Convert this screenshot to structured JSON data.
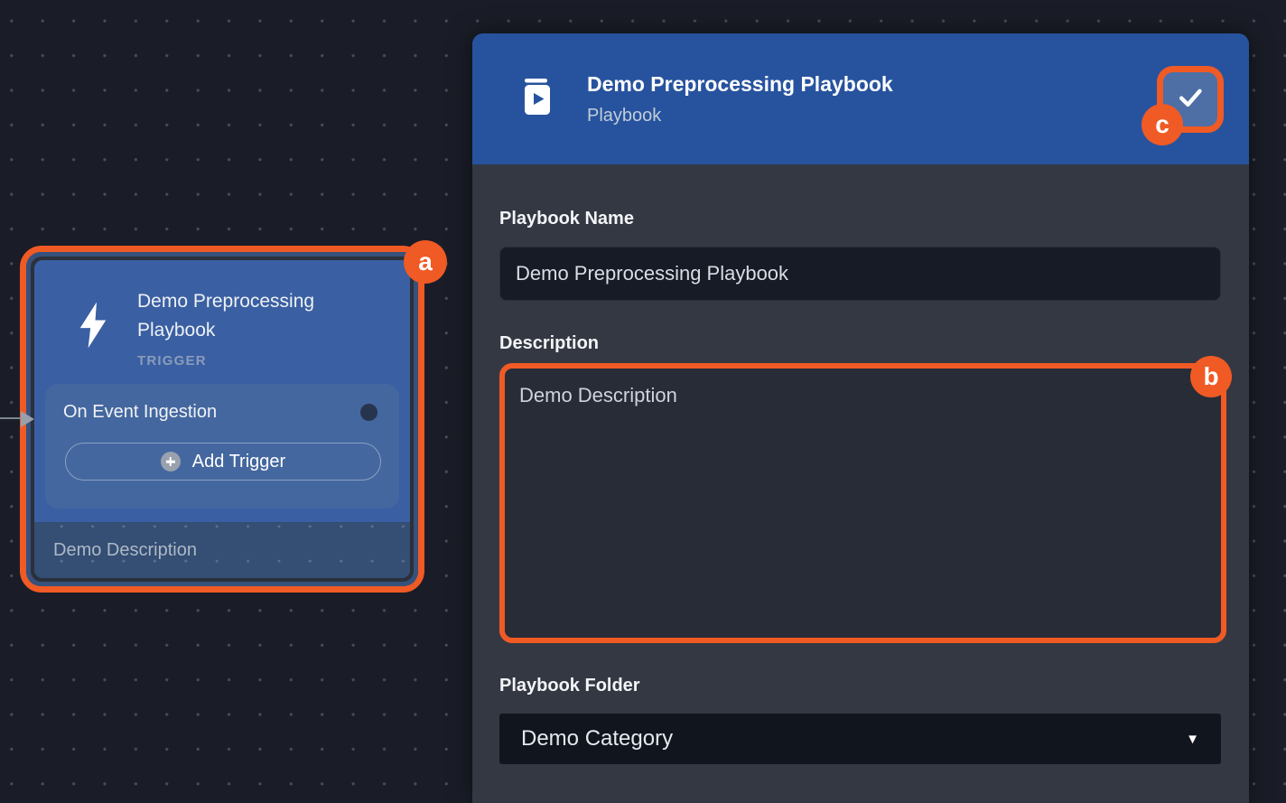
{
  "colors": {
    "accent_orange": "#f05a24",
    "panel_header_blue": "#27539e",
    "node_blue": "#3a5fa2",
    "canvas_background": "#1a1d27",
    "panel_background": "#343843"
  },
  "canvas": {
    "node": {
      "annotation_badge": "a",
      "title": "Demo Preprocessing Playbook",
      "type_label": "TRIGGER",
      "trigger_row_label": "On Event Ingestion",
      "add_trigger_label": "Add Trigger",
      "description": "Demo Description"
    }
  },
  "panel": {
    "header": {
      "title": "Demo Preprocessing Playbook",
      "subtitle": "Playbook",
      "confirm_badge": "c"
    },
    "name_field": {
      "label": "Playbook Name",
      "value": "Demo Preprocessing Playbook"
    },
    "description_field": {
      "label": "Description",
      "value": "Demo Description",
      "annotation_badge": "b"
    },
    "folder_field": {
      "label": "Playbook Folder",
      "value": "Demo Category"
    }
  },
  "icons": {
    "panel_type": "book-with-play",
    "node_type": "lightning-bolt",
    "confirm": "checkmark",
    "add_trigger": "plus-in-circle",
    "folder_dropdown": "caret-down"
  }
}
